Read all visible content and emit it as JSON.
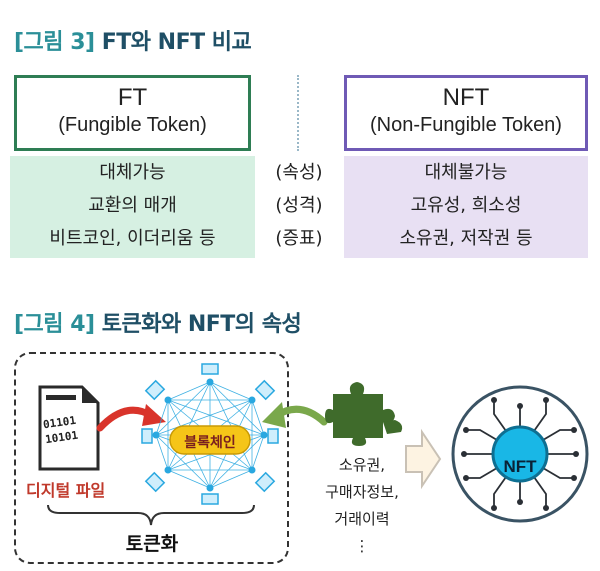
{
  "figure3": {
    "tag": "[그림 3]",
    "title": "FT와 NFT 비교",
    "ft_box": {
      "line1": "FT",
      "line2": "(Fungible Token)"
    },
    "nft_box": {
      "line1": "NFT",
      "line2": "(Non-Fungible Token)"
    },
    "rows": [
      {
        "ft": "대체가능",
        "attr": "(속성)",
        "nft": "대체불가능"
      },
      {
        "ft": "교환의 매개",
        "attr": "(성격)",
        "nft": "고유성, 희소성"
      },
      {
        "ft": "비트코인, 이더리움 등",
        "attr": "(증표)",
        "nft": "소유권, 저작권 등"
      }
    ],
    "colors": {
      "ft_border": "#2e7d54",
      "nft_border": "#6f5ab5",
      "ft_fill": "#d6f0e2",
      "nft_fill": "#e8e0f3"
    }
  },
  "figure4": {
    "tag": "[그림 4]",
    "title": "토큰화와 NFT의 속성",
    "file_digits": [
      "01101",
      "10101"
    ],
    "digital_file_label": "디지털 파일",
    "blockchain_label": "블록체인",
    "tokenization_label": "토큰화",
    "attributes": [
      "소유권,",
      "구매자정보,",
      "거래이력",
      "⋮"
    ],
    "nft_label": "NFT",
    "icons": [
      "document-icon",
      "red-arrow-icon",
      "blockchain-network-icon",
      "green-arrow-icon",
      "puzzle-icon",
      "chevron-right-icon",
      "nft-chip-icon"
    ]
  }
}
